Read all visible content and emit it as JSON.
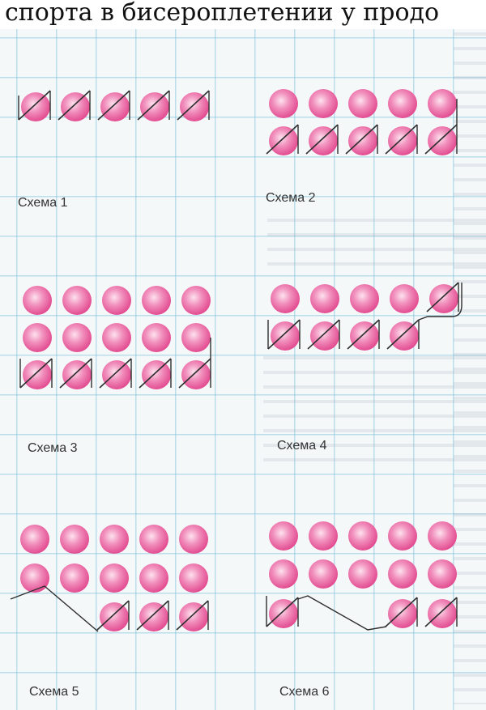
{
  "header": {
    "partial_text": "спорта в бисероплетении у продо"
  },
  "schemes": [
    {
      "label": "Схема 1",
      "rows": 1,
      "stitched_rows": [
        0
      ],
      "stitched_beads": {
        "0": [
          0,
          1,
          2,
          3,
          4
        ]
      }
    },
    {
      "label": "Схема 2",
      "rows": 2,
      "stitched_rows": [
        1
      ],
      "stitched_beads": {
        "1": [
          0,
          1,
          2,
          3,
          4
        ]
      }
    },
    {
      "label": "Схема 3",
      "rows": 3,
      "stitched_rows": [
        2
      ],
      "stitched_beads": {
        "2": [
          0,
          1,
          2,
          3,
          4
        ]
      }
    },
    {
      "label": "Схема 4",
      "rows": 2,
      "row_lengths": [
        5,
        4
      ],
      "stitched_beads": {
        "0": [
          4
        ],
        "1": [
          0,
          1,
          2,
          3
        ]
      }
    },
    {
      "label": "Схема 5",
      "rows": 3,
      "stitched_beads": {
        "2": [
          2,
          3,
          4
        ]
      },
      "row_lengths": [
        5,
        5,
        3
      ],
      "row_offsets": [
        0,
        0,
        2
      ]
    },
    {
      "label": "Схема 6",
      "rows": 3,
      "stitched_beads": {
        "2": [
          0,
          3,
          4
        ]
      },
      "row_lengths": [
        5,
        5,
        5
      ],
      "hidden": {
        "2": [
          1,
          2
        ]
      }
    }
  ],
  "colors": {
    "bead": "#e85a9a",
    "bead_highlight": "#fde2ee",
    "thread": "#2e2e2e",
    "grid": "#79bed7"
  }
}
